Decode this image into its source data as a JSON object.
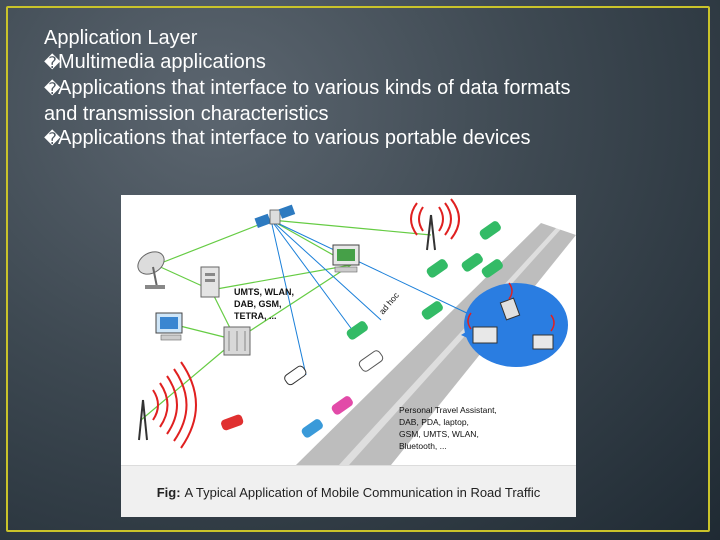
{
  "slide": {
    "title": "Application Layer",
    "bullet_glyph": "�",
    "bullets": [
      "Multimedia applications",
      "Applications that interface to various kinds of data formats",
      "and transmission characteristics",
      "Applications that interface to various portable devices"
    ]
  },
  "figure": {
    "labels": {
      "networks": [
        "UMTS, WLAN,",
        "DAB, GSM,",
        "TETRA, ..."
      ],
      "ad_hoc": "ad hoc",
      "devices": [
        "Personal Travel Assistant,",
        "DAB, PDA, laptop,",
        "GSM, UMTS, WLAN,",
        "Bluetooth, ..."
      ]
    },
    "caption_prefix": "Fig:",
    "caption_text": "A Typical Application of Mobile Communication in Road Traffic"
  },
  "colors": {
    "frame": "#c9c32a",
    "road": "#bfbfbf",
    "radio_waves": "#e02020",
    "links": "#66cc44",
    "bubble": "#2a7de1"
  }
}
